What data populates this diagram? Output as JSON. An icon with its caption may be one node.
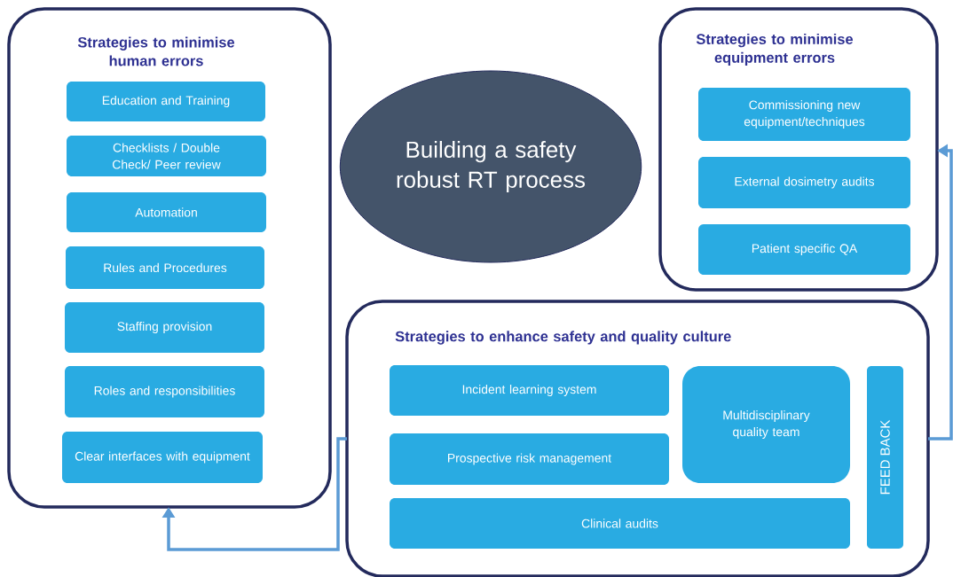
{
  "diagram": {
    "nodes": [
      {
        "text": [
          "Strategies  to minimise human  errors"
        ]
      },
      {
        "text": [
          "Education and Training"
        ],
        "in": 0
      },
      {
        "text": [
          "Checklists / Double Check/ Peer review"
        ],
        "in": 0
      },
      {
        "text": [
          "Automation"
        ],
        "in": 0
      },
      {
        "text": [
          "Rules and Procedures"
        ],
        "in": 0
      },
      {
        "text": [
          "Staffing provision"
        ],
        "in": 0
      },
      {
        "text": [
          "Roles and responsibilities"
        ],
        "in": 0
      },
      {
        "text": [
          "Clear interfaces with equipment"
        ],
        "in": 0
      },
      {
        "text": [
          "Building a safety robust RT process"
        ]
      },
      {
        "text": [
          "Strategies to minimise equipment errors"
        ]
      },
      {
        "text": [
          "Commissioning new equipment/techniques"
        ],
        "in": 9
      },
      {
        "text": [
          "External dosimetry audits"
        ],
        "in": 9
      },
      {
        "text": [
          "Patient specific QA"
        ],
        "in": 9
      },
      {
        "text": [
          "Strategies to enhance safety and quality culture"
        ]
      },
      {
        "text": [
          "Incident learning system"
        ],
        "in": 13
      },
      {
        "text": [
          "Prospective risk management"
        ],
        "in": 13
      },
      {
        "text": [
          "Multidisciplinary quality team"
        ],
        "in": 13
      },
      {
        "text": [
          "Clinical audits"
        ],
        "in": 13
      },
      {
        "text": [
          "FEED BACK"
        ],
        "in": 13
      }
    ],
    "edges": [
      {
        "from": 13,
        "to": 0,
        "arrow": "to"
      },
      {
        "from": 13,
        "to": 9,
        "arrow": "to"
      }
    ]
  }
}
